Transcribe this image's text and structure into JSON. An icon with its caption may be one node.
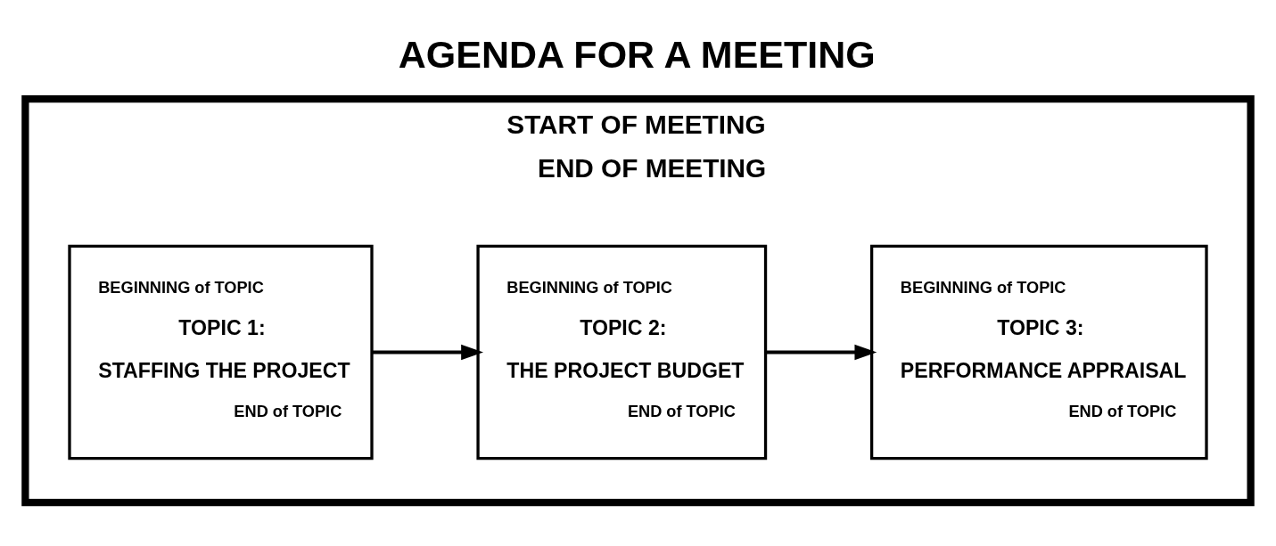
{
  "diagram": {
    "title": "AGENDA FOR A MEETING",
    "nodes": [
      {
        "text": [
          "START OF MEETING",
          "END OF MEETING"
        ]
      },
      {
        "text": [
          "BEGINNING of TOPIC",
          "TOPIC 1:",
          "STAFFING THE PROJECT",
          "END of TOPIC"
        ],
        "in": 0
      },
      {
        "text": [
          "BEGINNING of TOPIC",
          "TOPIC 2:",
          "THE PROJECT BUDGET",
          "END of TOPIC"
        ],
        "in": 0
      },
      {
        "text": [
          "BEGINNING of TOPIC",
          "TOPIC 3:",
          "PERFORMANCE APPRAISAL",
          "END of TOPIC"
        ],
        "in": 0
      }
    ],
    "edges": [
      {
        "from": 1,
        "to": 2,
        "arrow": "to"
      },
      {
        "from": 2,
        "to": 3,
        "arrow": "to"
      }
    ]
  }
}
